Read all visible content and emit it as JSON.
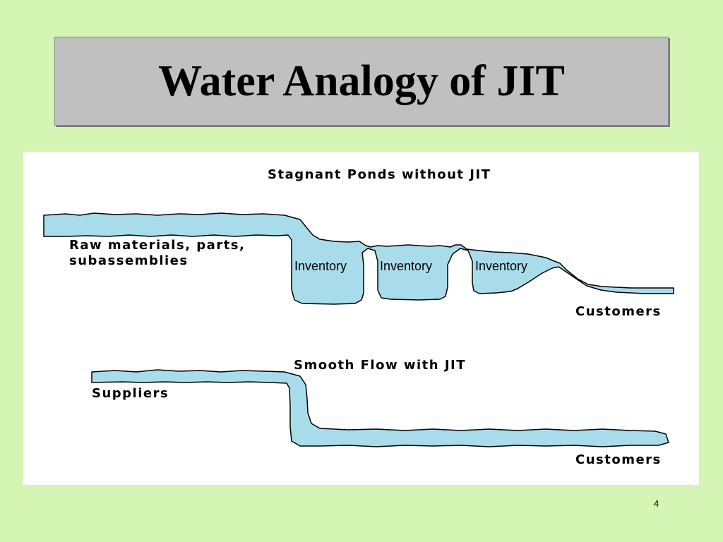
{
  "slide": {
    "title": "Water Analogy of JIT",
    "page_number": "4"
  },
  "diagram": {
    "top": {
      "heading": "Stagnant Ponds without JIT",
      "source_label_line1": "Raw materials, parts,",
      "source_label_line2": "subassemblies",
      "ponds": [
        "Inventory",
        "Inventory",
        "Inventory"
      ],
      "sink_label": "Customers"
    },
    "bottom": {
      "heading": "Smooth Flow with JIT",
      "source_label": "Suppliers",
      "sink_label": "Customers"
    },
    "colors": {
      "water": "#a8dcea",
      "background": "#d4f5b4",
      "title_box": "#c0c0c0"
    }
  }
}
